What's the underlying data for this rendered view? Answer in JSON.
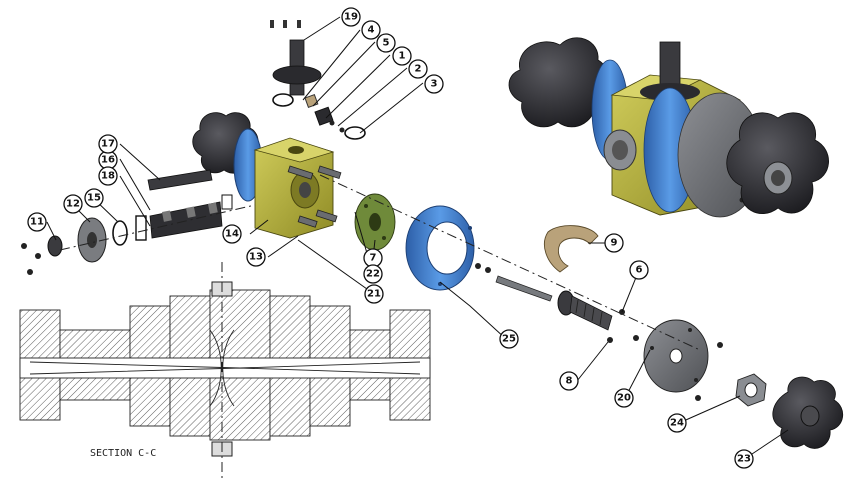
{
  "section_label": "SECTION C-C",
  "balloons": [
    {
      "id": "b1",
      "label": "1"
    },
    {
      "id": "b2",
      "label": "2"
    },
    {
      "id": "b3",
      "label": "3"
    },
    {
      "id": "b4",
      "label": "4"
    },
    {
      "id": "b5",
      "label": "5"
    },
    {
      "id": "b6",
      "label": "6"
    },
    {
      "id": "b7",
      "label": "7"
    },
    {
      "id": "b8",
      "label": "8"
    },
    {
      "id": "b9",
      "label": "9"
    },
    {
      "id": "b11",
      "label": "11"
    },
    {
      "id": "b12",
      "label": "12"
    },
    {
      "id": "b13",
      "label": "13"
    },
    {
      "id": "b14",
      "label": "14"
    },
    {
      "id": "b15",
      "label": "15"
    },
    {
      "id": "b16",
      "label": "16"
    },
    {
      "id": "b17",
      "label": "17"
    },
    {
      "id": "b18",
      "label": "18"
    },
    {
      "id": "b19",
      "label": "19"
    },
    {
      "id": "b20",
      "label": "20"
    },
    {
      "id": "b21",
      "label": "21"
    },
    {
      "id": "b22",
      "label": "22"
    },
    {
      "id": "b23",
      "label": "23"
    },
    {
      "id": "b24",
      "label": "24"
    },
    {
      "id": "b25",
      "label": "25"
    }
  ],
  "colors": {
    "body_block": "#b5b23a",
    "ring_blue": "#3f7fcf",
    "knob_dark": "#2a2a2e",
    "disk_gray": "#6d6f73",
    "insert_green": "#6f8a3a",
    "plate_tan": "#b9a27a"
  }
}
